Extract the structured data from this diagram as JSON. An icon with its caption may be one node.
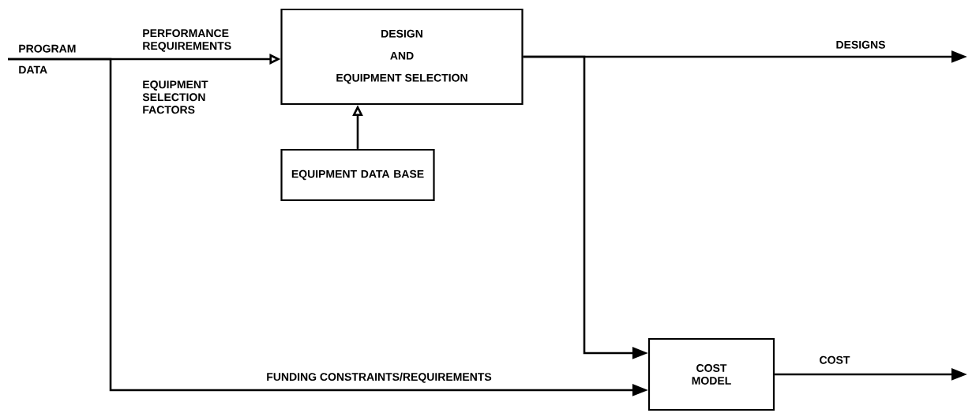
{
  "diagram": {
    "nodes": [
      {
        "text": [
          "PROGRAM",
          "DATA"
        ]
      },
      {
        "text": [
          "DESIGN",
          "AND",
          "EQUIPMENT SELECTION"
        ]
      },
      {
        "text": [
          "EQUIPMENT DATA BASE"
        ]
      },
      {
        "text": [
          "COST MODEL"
        ]
      }
    ],
    "edges": [
      {
        "from": 0,
        "to": 1,
        "arrow": "to",
        "label": "PERFORMANCE REQUIREMENTS"
      },
      {
        "from": 2,
        "to": 1,
        "arrow": "to"
      },
      {
        "from": 1,
        "to": null,
        "arrow": "to",
        "label": "DESIGNS"
      },
      {
        "from": 1,
        "to": 3,
        "arrow": "to"
      },
      {
        "from": 0,
        "to": 3,
        "arrow": "to",
        "label": "FUNDING CONSTRAINTS/REQUIREMENTS"
      },
      {
        "from": 3,
        "to": null,
        "arrow": "to",
        "label": "COST"
      }
    ],
    "labels": [
      "EQUIPMENT SELECTION FACTORS"
    ]
  }
}
